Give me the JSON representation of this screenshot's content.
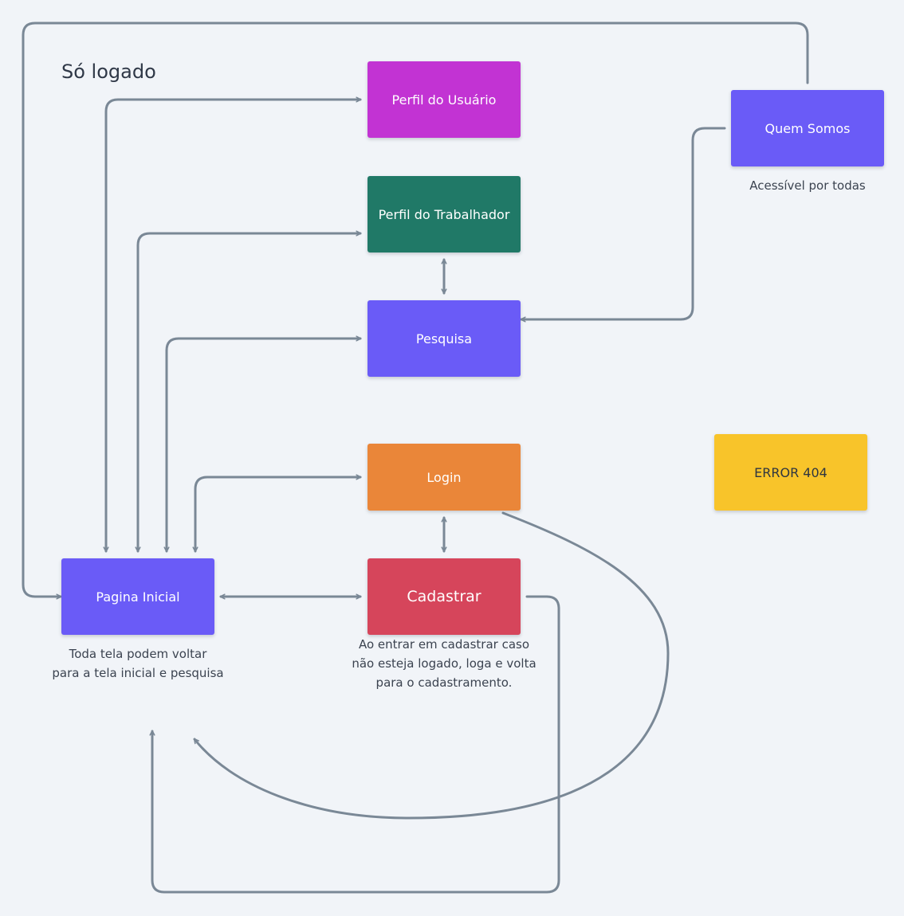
{
  "diagram": {
    "heading": "Só logado",
    "nodes": {
      "perfil_usuario": {
        "label": "Perfil do Usuário",
        "color": "#c233d3"
      },
      "perfil_trabalhador": {
        "label": "Perfil do Trabalhador",
        "color": "#207967"
      },
      "pesquisa": {
        "label": "Pesquisa",
        "color": "#6a5bf7"
      },
      "login": {
        "label": "Login",
        "color": "#ea8639"
      },
      "cadastrar": {
        "label": "Cadastrar",
        "color": "#d6455b"
      },
      "pagina_inicial": {
        "label": "Pagina Inicial",
        "color": "#6a5bf7"
      },
      "quem_somos": {
        "label": "Quem Somos",
        "color": "#6a5bf7"
      },
      "error_404": {
        "label": "ERROR 404",
        "color": "#f8c42a"
      }
    },
    "notes": {
      "acessivel": "Acessível por todas",
      "pagina_inicial": [
        "Toda tela podem voltar",
        "para a tela inicial e pesquisa"
      ],
      "cadastrar": [
        "Ao entrar em cadastrar caso",
        "não esteja logado, loga e volta",
        "para o cadastramento."
      ]
    },
    "connector_color": "#7a8896"
  }
}
